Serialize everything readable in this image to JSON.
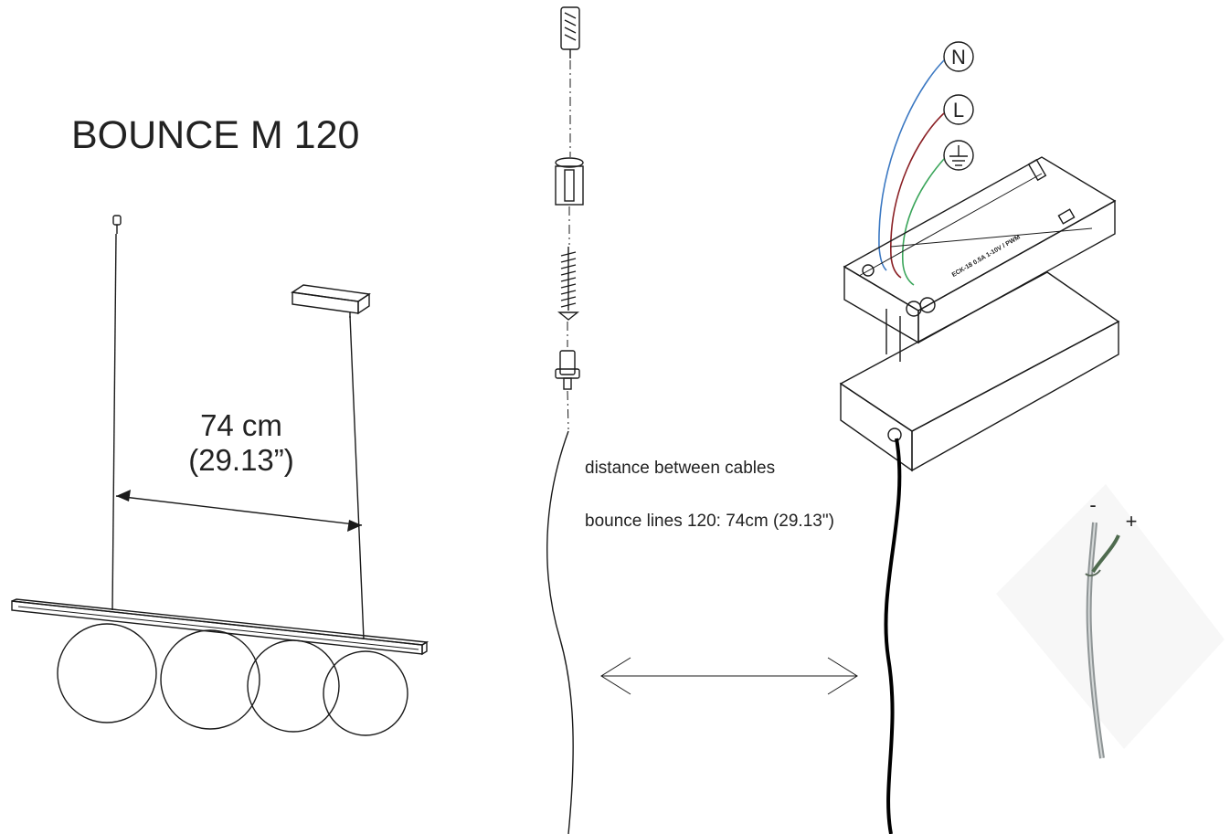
{
  "title": "BOUNCE M 120",
  "dimension": {
    "metric": "74 cm",
    "imperial": "(29.13”)"
  },
  "notes": {
    "line1": "distance between cables",
    "line2": "bounce lines 120: 74cm (29.13\")"
  },
  "terminals": {
    "neutral": "N",
    "live": "L",
    "earth_icon": "earth-ground-icon"
  },
  "polarity": {
    "negative": "-",
    "positive": "+"
  },
  "driver_label": "ECK-18 0.5A 1-10V / PWM",
  "colors": {
    "ink": "#1a1a1a",
    "wire_neutral": "#3b78c2",
    "wire_live": "#8a1f24",
    "wire_earth": "#3aa55a",
    "wire_positive": "#4f6b4f"
  }
}
